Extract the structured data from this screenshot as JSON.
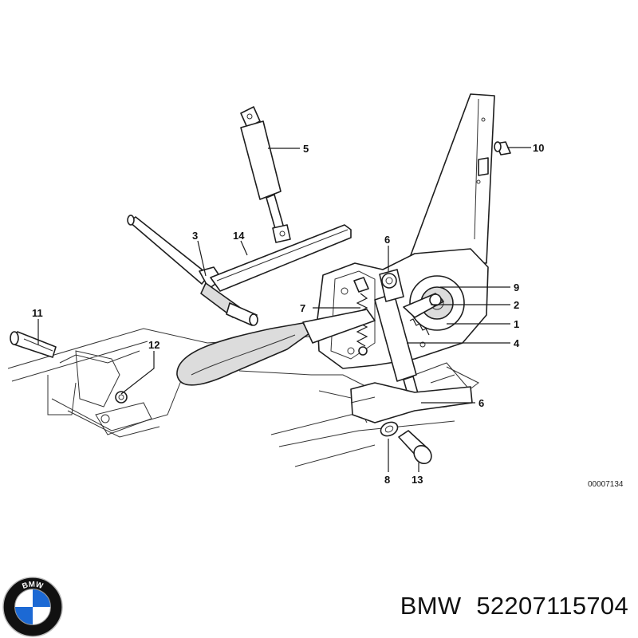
{
  "callouts": {
    "c1": "1",
    "c2": "2",
    "c3": "3",
    "c4": "4",
    "c5": "5",
    "c6a": "6",
    "c6b": "6",
    "c7": "7",
    "c8": "8",
    "c9": "9",
    "c10": "10",
    "c11": "11",
    "c12": "12",
    "c13": "13",
    "c14": "14"
  },
  "reference_number": "00007134",
  "caption": {
    "brand": "BMW",
    "part_number": "52207115704"
  },
  "logo": {
    "text": "BMW",
    "colors": {
      "blue": "#1c69d4",
      "white": "#ffffff",
      "ring": "#111111"
    }
  }
}
